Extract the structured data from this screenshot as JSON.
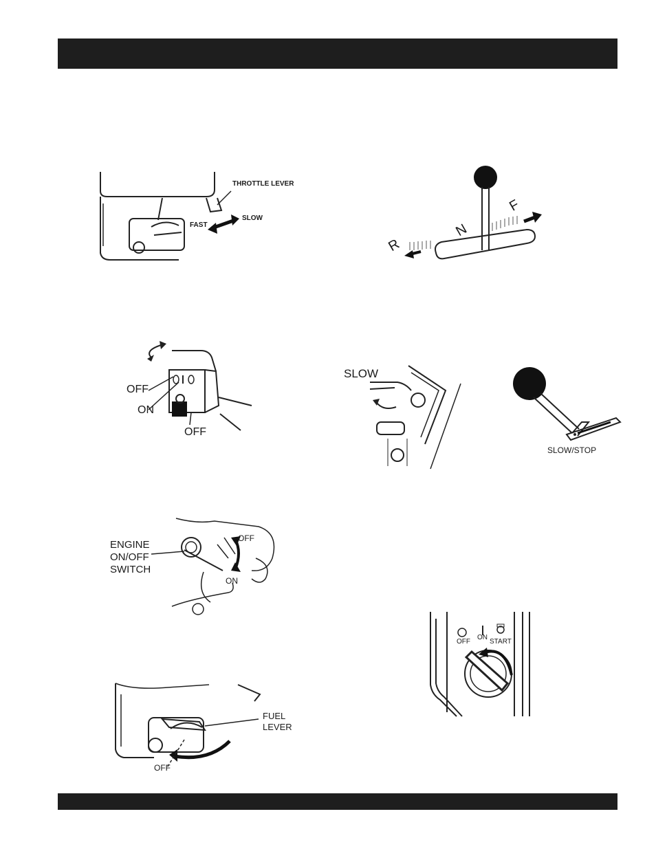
{
  "figures": {
    "throttle": {
      "throttle_lever": "THROTTLE LEVER",
      "fast": "FAST",
      "slow": "SLOW"
    },
    "fnr_lever": {
      "r": "R",
      "n": "N",
      "f": "F"
    },
    "rocker_switch": {
      "off_top": "OFF",
      "on": "ON",
      "off_bottom": "OFF"
    },
    "slow_lever": {
      "slow": "SLOW"
    },
    "slow_stop": {
      "label": "SLOW/STOP"
    },
    "engine_switch": {
      "line1": "ENGINE",
      "line2": "ON/OFF",
      "line3": "SWITCH",
      "off": "OFF",
      "on": "ON"
    },
    "key_switch": {
      "off": "OFF",
      "on": "ON",
      "start": "START"
    },
    "fuel_lever": {
      "line1": "FUEL",
      "line2": "LEVER",
      "off": "OFF"
    }
  }
}
